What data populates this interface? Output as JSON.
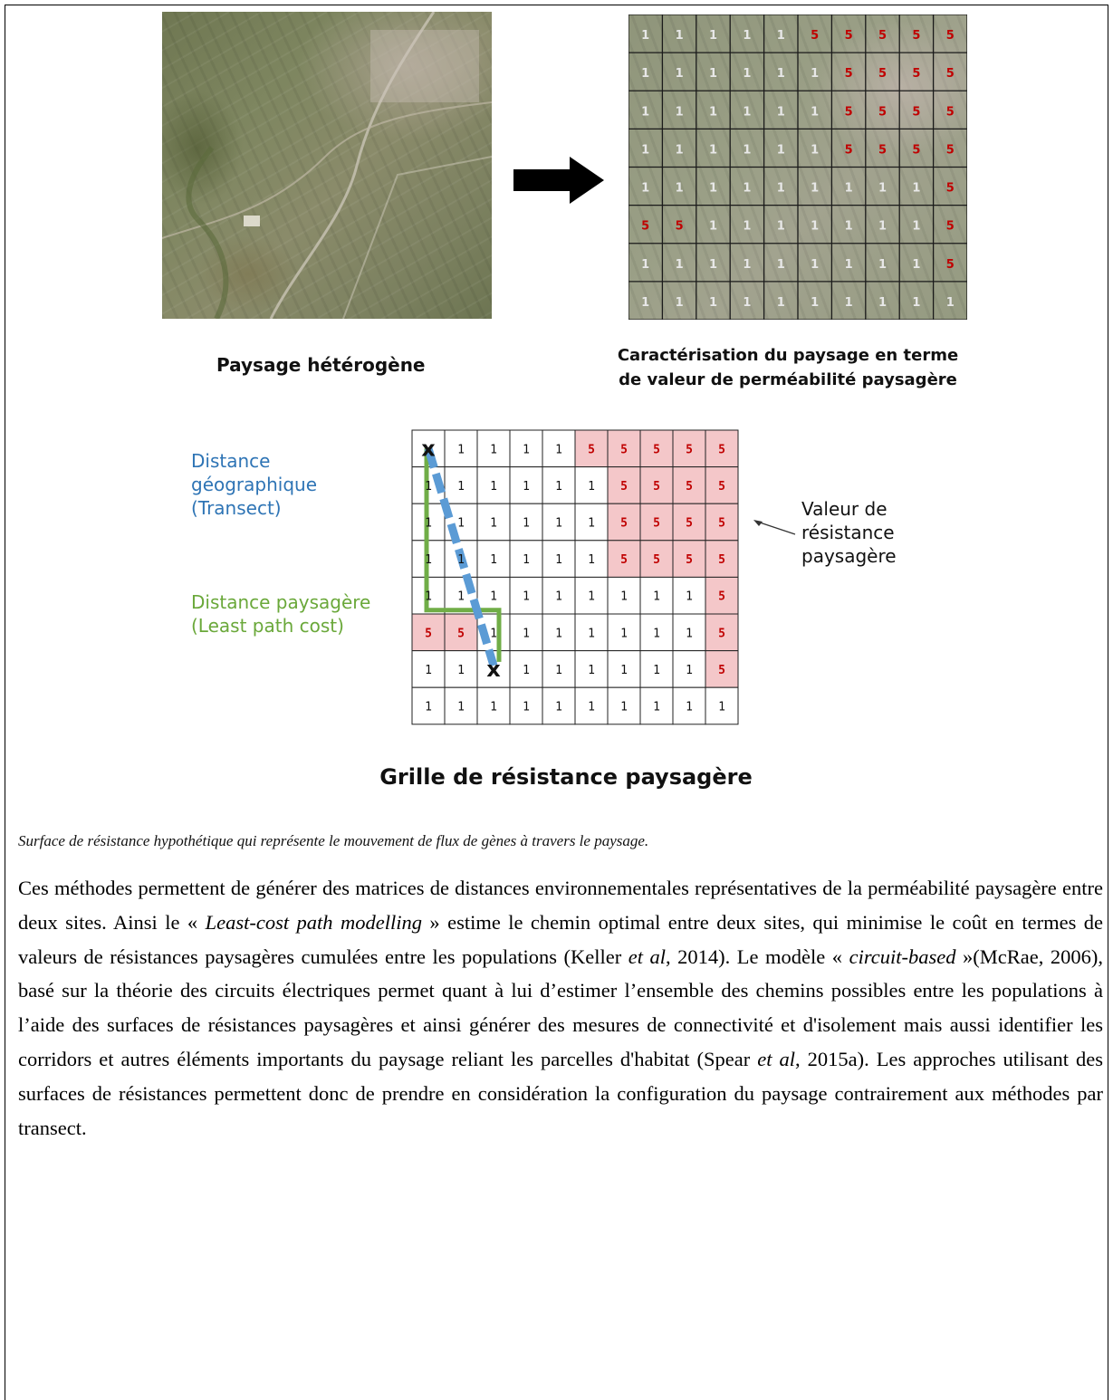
{
  "figure": {
    "left_photo_label": "Paysage hétérogène",
    "right_grid_label_line1": "Caractérisation du paysage en terme",
    "right_grid_label_line2": "de valeur de perméabilité paysagère",
    "top_grid_values": [
      [
        1,
        1,
        1,
        1,
        1,
        5,
        5,
        5,
        5,
        5
      ],
      [
        1,
        1,
        1,
        1,
        1,
        1,
        5,
        5,
        5,
        5
      ],
      [
        1,
        1,
        1,
        1,
        1,
        1,
        5,
        5,
        5,
        5
      ],
      [
        1,
        1,
        1,
        1,
        1,
        1,
        5,
        5,
        5,
        5
      ],
      [
        1,
        1,
        1,
        1,
        1,
        1,
        1,
        1,
        1,
        5
      ],
      [
        5,
        5,
        1,
        1,
        1,
        1,
        1,
        1,
        1,
        5
      ],
      [
        1,
        1,
        1,
        1,
        1,
        1,
        1,
        1,
        1,
        5
      ],
      [
        1,
        1,
        1,
        1,
        1,
        1,
        1,
        1,
        1,
        1
      ]
    ],
    "resistance_grid_values": [
      [
        "x",
        1,
        1,
        1,
        1,
        5,
        5,
        5,
        5,
        5
      ],
      [
        1,
        1,
        1,
        1,
        1,
        1,
        5,
        5,
        5,
        5
      ],
      [
        1,
        1,
        1,
        1,
        1,
        1,
        5,
        5,
        5,
        5
      ],
      [
        1,
        1,
        1,
        1,
        1,
        1,
        5,
        5,
        5,
        5
      ],
      [
        1,
        1,
        1,
        1,
        1,
        1,
        1,
        1,
        1,
        5
      ],
      [
        5,
        5,
        1,
        1,
        1,
        1,
        1,
        1,
        1,
        5
      ],
      [
        1,
        1,
        "x",
        1,
        1,
        1,
        1,
        1,
        1,
        5
      ],
      [
        1,
        1,
        1,
        1,
        1,
        1,
        1,
        1,
        1,
        1
      ]
    ],
    "marker_symbol": "x",
    "legend_geographic": [
      "Distance",
      "géographique",
      "(Transect)"
    ],
    "legend_landscape": [
      "Distance paysagère",
      "(Least path cost)"
    ],
    "legend_resistance": [
      "Valeur de",
      "résistance",
      "paysagère"
    ],
    "grid_title": "Grille de résistance paysagère",
    "colors": {
      "high_resistance_fill": "#f4c7c9",
      "high_resistance_text": "#c00000",
      "transect_line": "#5b9bd5",
      "least_cost_line": "#70ad47",
      "geographic_label": "#2e74b5",
      "landscape_label": "#6aa83a"
    }
  },
  "caption": "Surface de résistance hypothétique qui représente le mouvement de flux de gènes à travers le paysage.",
  "paragraph": {
    "p1": "Ces méthodes permettent de générer des matrices de distances environnementales représentatives de la perméabilité paysagère entre deux sites. Ainsi le « ",
    "em1": "Least-cost path modelling",
    "p2": " » estime le chemin optimal entre deux sites, qui minimise le coût en termes de valeurs de résistances paysagères cumulées entre les populations (Keller ",
    "em2": "et al",
    "p3": ", 2014). Le modèle « ",
    "em3": "circuit-based",
    "p4": " »(McRae, 2006), basé sur la théorie des circuits électriques permet quant à lui d’estimer l’ensemble des chemins possibles entre les populations à l’aide des surfaces de résistances paysagères et ainsi générer des mesures de connectivité et d'isolement mais aussi identifier les corridors et autres éléments importants du paysage reliant les parcelles d'habitat (Spear ",
    "em4": "et al",
    "p5": ", 2015a). Les approches utilisant des surfaces de résistances permettent donc de prendre en considération la configuration du paysage contrairement aux méthodes par transect."
  }
}
